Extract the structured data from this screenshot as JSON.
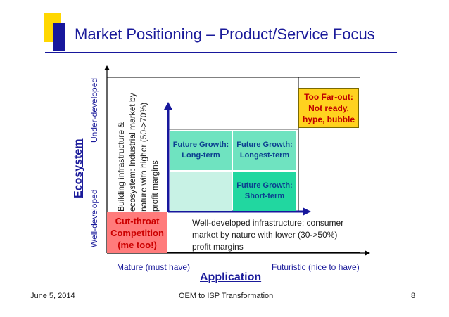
{
  "title": "Market Positioning – Product/Service Focus",
  "boxes": {
    "cutthroat": "Cut-throat Competition (me too!)",
    "long_term_line1": "Future Growth:",
    "long_term_line2": "Long-term",
    "longest_term_line1": "Future Growth:",
    "longest_term_line2": "Longest-term",
    "short_term_line1": "Future Growth:",
    "short_term_line2": "Short-term",
    "too_far_out": "Too Far-out: Not ready, hype, bubble"
  },
  "descriptions": {
    "left_vertical": "Building infrastructure & ecosystem: Industrial market by nature with higher (50->70%) profit margins",
    "right_horizontal": "Well-developed infrastructure: consumer market by nature with lower (30->50%) profit margins"
  },
  "axes": {
    "x_label": "Application",
    "x_left": "Mature (must have)",
    "x_right": "Futuristic (nice to have)",
    "y_label": "Ecosystem",
    "y_bottom": "Well-developed",
    "y_top": "Under-developed"
  },
  "footer": {
    "date": "June 5, 2014",
    "center": "OEM to ISP Transformation",
    "page": "8"
  },
  "colors": {
    "title": "#1a1a9a",
    "cutthroat_fill": "#ff7b7b",
    "future_fill": "#6fe3c0",
    "short_term_fill": "#21d7a0",
    "too_far_fill": "#ffd21f"
  }
}
